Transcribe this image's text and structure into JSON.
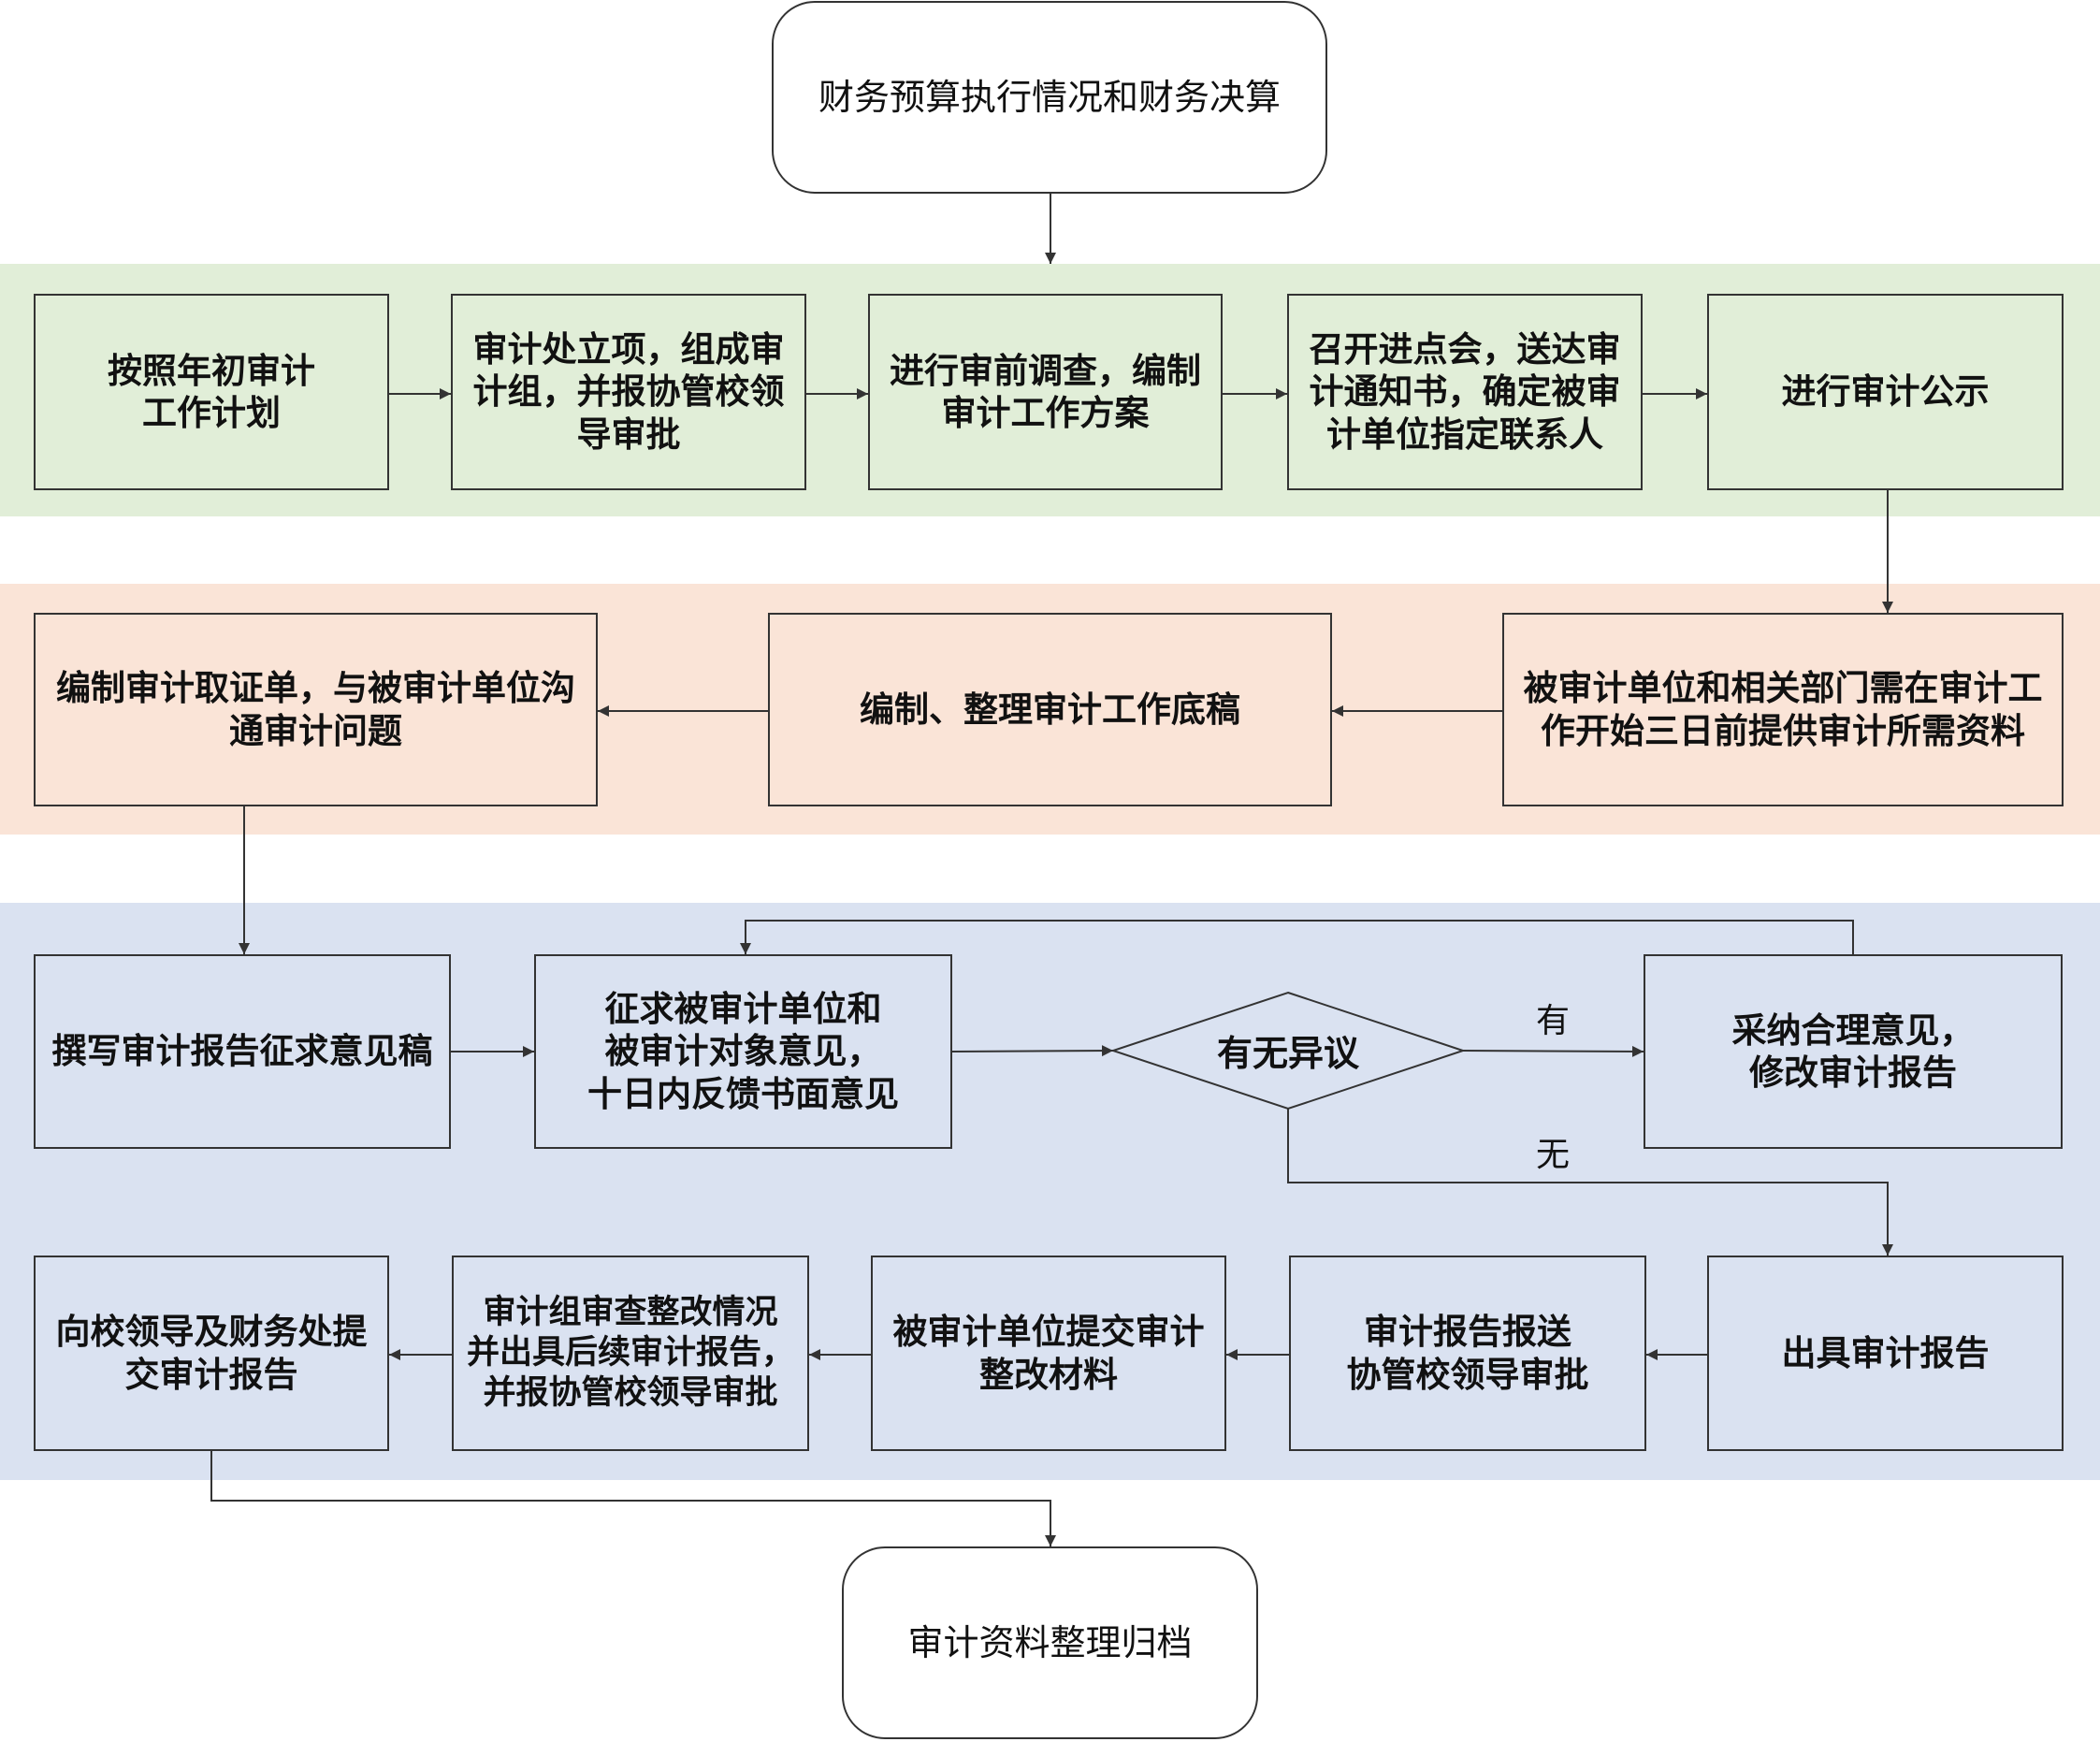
{
  "colors": {
    "band_green": "#e1eed8",
    "band_peach": "#fae4d7",
    "band_blue": "#dae2f1",
    "line": "#333333"
  },
  "flow": {
    "start": "财务预算执行情况和财务决算",
    "end": "审计资料整理归档",
    "row1": {
      "plan": "按照年初审计\n工作计划",
      "setup": "审计处立项，组成审\n计组，并报协管校领\n导审批",
      "survey": "进行审前调查，编制\n审计工作方案",
      "meeting": "召开进点会，送达审\n计通知书，确定被审\n计单位指定联系人",
      "publicity": "进行审计公示"
    },
    "row2": {
      "materials": "被审计单位和相关部门需在审计工\n作开始三日前提供审计所需资料",
      "drafts": "编制、整理审计工作底稿",
      "evidence": "编制审计取证单，与被审计单位沟\n通审计问题"
    },
    "row3": {
      "draft_report": "撰写审计报告征求意见稿",
      "solicit": "征求被审计单位和\n被审计对象意见，\n十日内反馈书面意见",
      "decision": "有无异议",
      "yes_label": "有",
      "no_label": "无",
      "adopt": "采纳合理意见，\n修改审计报告"
    },
    "row4": {
      "issue": "出具审计报告",
      "send": "审计报告报送\n协管校领导审批",
      "rectify": "被审计单位提交审计\n整改材料",
      "review": "审计组审查整改情况\n并出具后续审计报告，\n并报协管校领导审批",
      "submit": "向校领导及财务处提\n交审计报告"
    }
  }
}
